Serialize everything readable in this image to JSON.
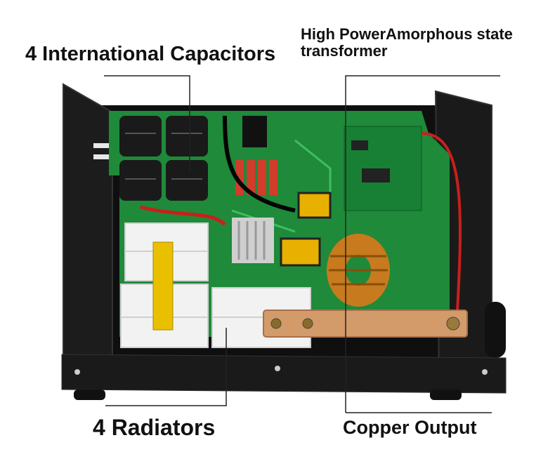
{
  "labels": {
    "capacitors": "4 International Capacitors",
    "transformer_line1": "High PowerAmorphous state",
    "transformer_line2": "transformer",
    "radiators": "4 Radiators",
    "copper": "Copper Output"
  },
  "colors": {
    "pcb_green": "#1f8a3a",
    "enclosure_black": "#1a1a1a",
    "radiator_white": "#f2f2f2",
    "copper_bar": "#d39a6a",
    "coil_copper": "#c77a1e",
    "capacitor_red": "#d23c2a",
    "callout_line": "#222222"
  },
  "icons": [
    "capacitor-icon",
    "inductor-coil-icon",
    "heatsink-icon",
    "terminal-icon"
  ]
}
